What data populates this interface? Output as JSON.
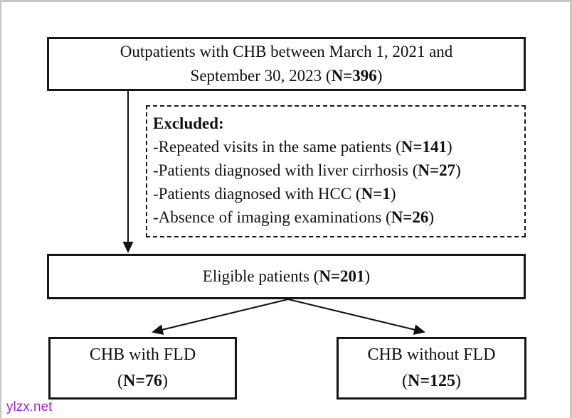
{
  "flowchart": {
    "top_box": {
      "line1": "Outpatients with CHB between March 1, 2021 and",
      "line2_prefix": "September 30, 2023 (",
      "line2_bold": "N=396",
      "line2_suffix": ")"
    },
    "excluded_box": {
      "title": "Excluded:",
      "items": [
        {
          "prefix": "-Repeated visits in the same patients (",
          "bold": "N=141",
          "suffix": ")"
        },
        {
          "prefix": "-Patients diagnosed with liver cirrhosis (",
          "bold": "N=27",
          "suffix": ")"
        },
        {
          "prefix": "-Patients diagnosed with HCC (",
          "bold": "N=1",
          "suffix": ")"
        },
        {
          "prefix": "-Absence of imaging examinations (",
          "bold": "N=26",
          "suffix": ")"
        }
      ]
    },
    "eligible_box": {
      "prefix": "Eligible patients (",
      "bold": "N=201",
      "suffix": ")"
    },
    "left_box": {
      "title": "CHB with FLD",
      "prefix": "(",
      "bold": "N=76",
      "suffix": ")"
    },
    "right_box": {
      "title": "CHB without FLD",
      "prefix": "(",
      "bold": "N=125",
      "suffix": ")"
    }
  },
  "watermark": {
    "text": "ylzx.net",
    "color": "#a21fe3"
  },
  "colors": {
    "box_border": "#161616",
    "text": "#111111",
    "outer_frame": "#c6c6c6",
    "background": "#ffffff"
  }
}
